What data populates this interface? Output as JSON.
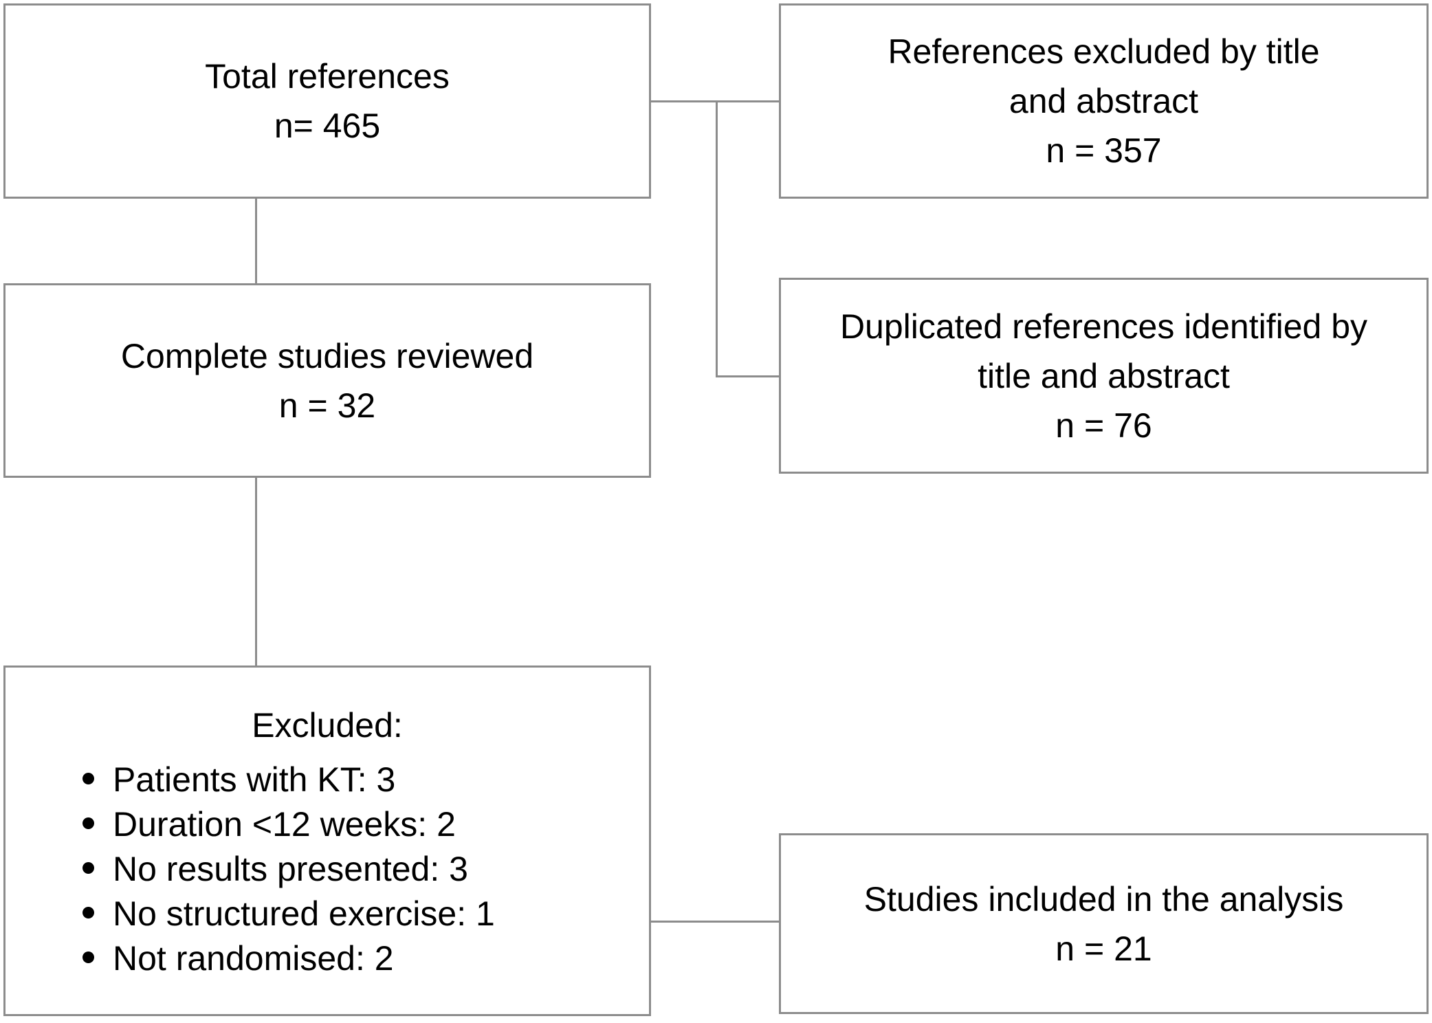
{
  "diagram": {
    "type": "flowchart",
    "colors": {
      "border": "#8c8c8c",
      "connector": "#8c8c8c",
      "text": "#000000",
      "background": "#ffffff"
    },
    "boxes": {
      "total_references": {
        "line1": "Total references",
        "line2": "n= 465"
      },
      "references_excluded": {
        "line1": "References excluded by title",
        "line2": "and abstract",
        "line3": "n = 357"
      },
      "complete_studies": {
        "line1": "Complete studies reviewed",
        "line2": "n = 32"
      },
      "duplicated_references": {
        "line1": "Duplicated references identified by",
        "line2": "title and abstract",
        "line3": "n = 76"
      },
      "excluded": {
        "title": "Excluded:",
        "items": [
          "Patients with KT: 3",
          "Duration <12 weeks: 2",
          "No results presented: 3",
          "No structured exercise: 1",
          "Not randomised: 2"
        ]
      },
      "studies_included": {
        "line1": "Studies included in the analysis",
        "line2": "n = 21"
      }
    }
  }
}
